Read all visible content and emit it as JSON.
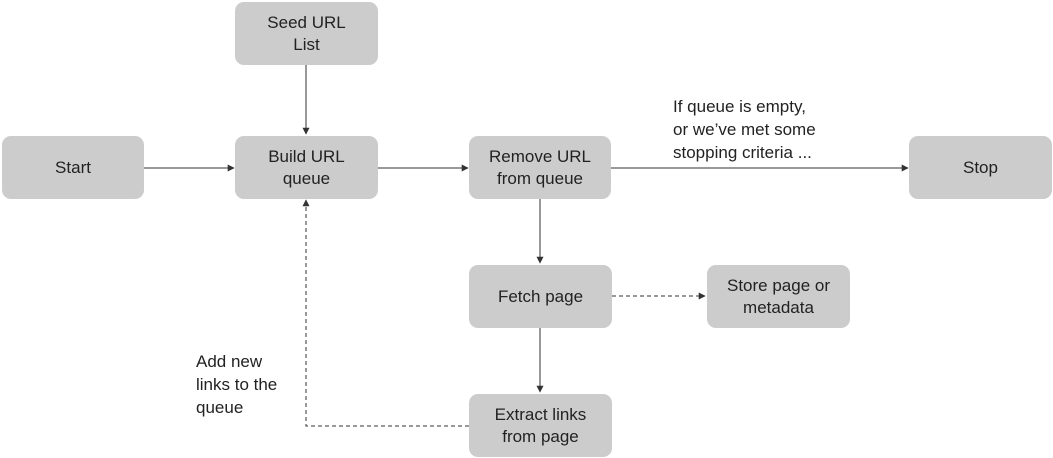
{
  "nodes": {
    "seed": "Seed URL\nList",
    "start": "Start",
    "build": "Build URL\nqueue",
    "remove": "Remove URL\nfrom queue",
    "stop": "Stop",
    "fetch": "Fetch page",
    "store": "Store page or\nmetadata",
    "extract": "Extract links\nfrom page"
  },
  "labels": {
    "stop_condition": "If queue is empty,\nor we’ve met some\nstopping criteria ...",
    "add_links": "Add new\nlinks to the\nqueue"
  },
  "colors": {
    "node_fill": "#cccccc",
    "edge": "#333333"
  }
}
